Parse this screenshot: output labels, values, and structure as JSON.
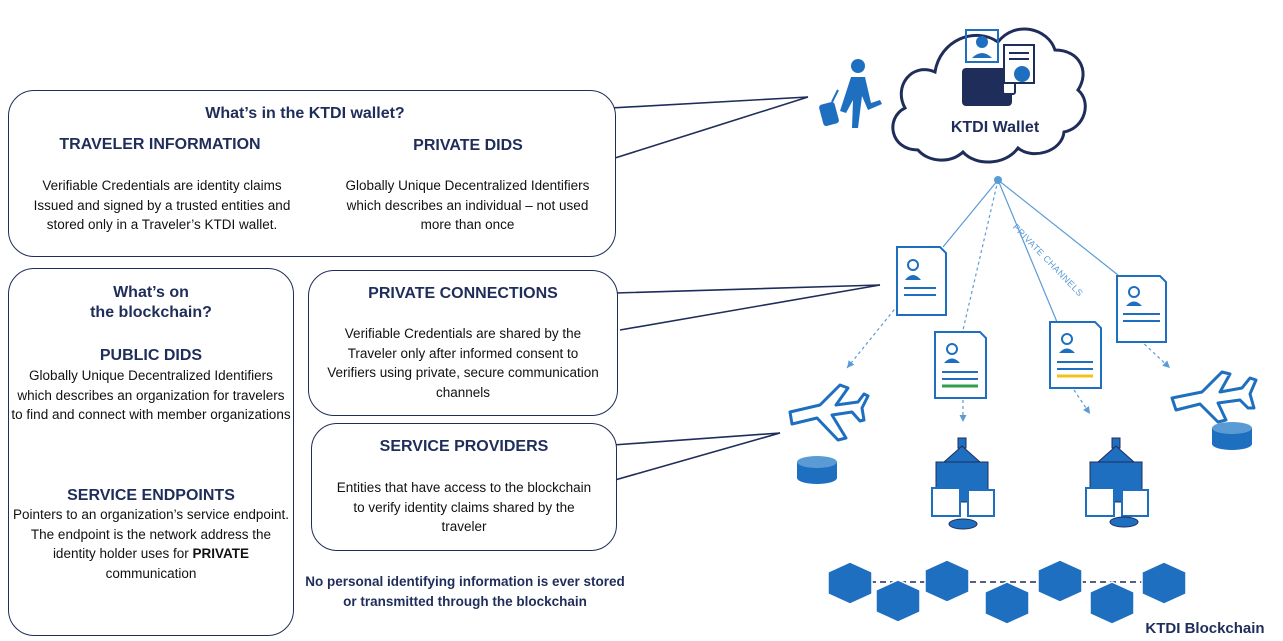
{
  "wallet_box": {
    "title": "What’s in the KTDI wallet?",
    "traveler_heading": "TRAVELER INFORMATION",
    "traveler_text": "Verifiable Credentials are identity claims Issued and signed by a trusted entities and stored only in a Traveler’s KTDI wallet.",
    "dids_heading": "PRIVATE DIDS",
    "dids_text": "Globally Unique Decentralized Identifiers which describes an individual – not used more than once"
  },
  "blockchain_box": {
    "title_line1": "What’s on",
    "title_line2": "the blockchain?",
    "public_heading": "PUBLIC DIDS",
    "public_text": "Globally Unique Decentralized Identifiers which describes an organization for travelers to find and connect with member organizations",
    "endpoints_heading": "SERVICE ENDPOINTS",
    "endpoints_text_before": "Pointers to an organization’s service endpoint. The endpoint is the network address the identity holder uses for",
    "endpoints_text_bold": "PRIVATE",
    "endpoints_text_after": "communication"
  },
  "connections_box": {
    "heading": "PRIVATE CONNECTIONS",
    "text": "Verifiable Credentials are shared by the Traveler only after informed consent to Verifiers using private, secure communication channels"
  },
  "providers_box": {
    "heading": "SERVICE PROVIDERS",
    "text": "Entities that have access to the blockchain to verify identity claims shared by the traveler"
  },
  "footnote": "No personal identifying information is ever stored or transmitted through the blockchain",
  "cloud_label": "KTDI Wallet",
  "channels_label": "PRIVATE CHANNELS",
  "blockchain_label": "KTDI Blockchain",
  "colors": {
    "navy": "#1f2d5a",
    "blue": "#1e6fc0",
    "light_blue": "#5b9bd5",
    "green": "#2e9e4f",
    "yellow": "#f2c21b"
  }
}
